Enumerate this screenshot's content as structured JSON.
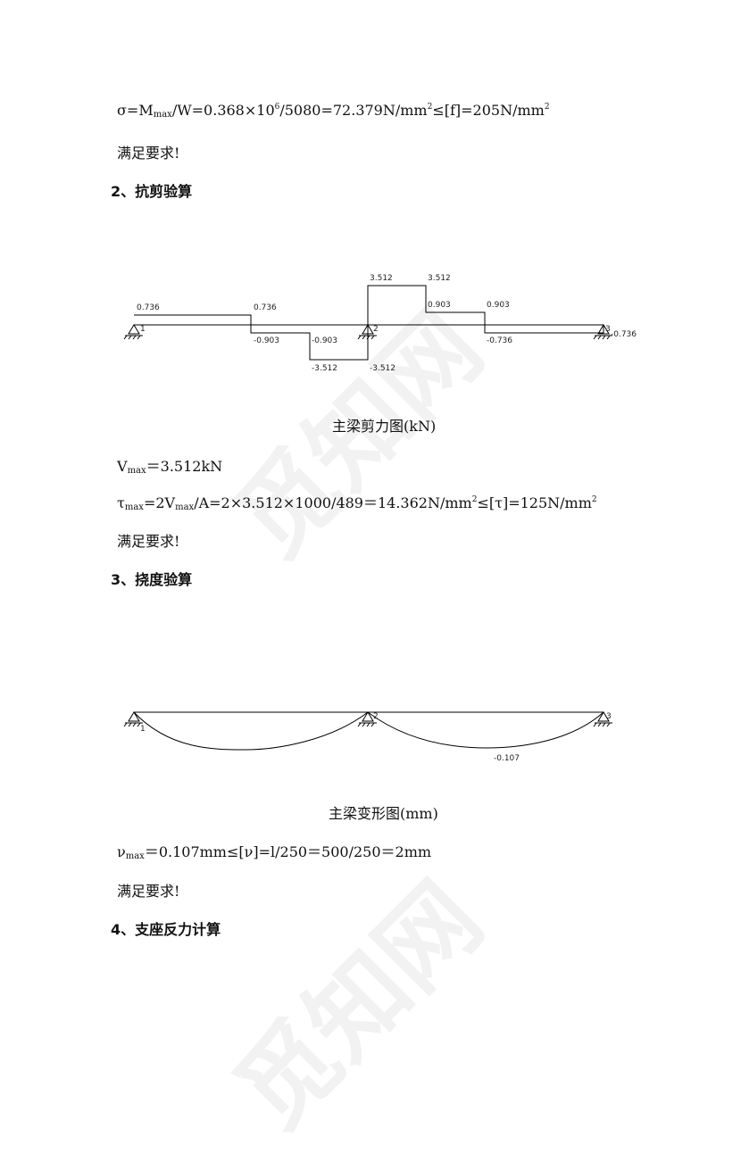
{
  "watermark": "觅知网",
  "bending_check": {
    "sigma": "σ=M",
    "sub_max": "max",
    "mid1": "/W=0.368×10",
    "exp6": "6",
    "mid2": "/5080=72.379N/mm",
    "exp2a": "2",
    "mid3": "≤[f]=205N/mm",
    "exp2b": "2",
    "ok": "满足要求!"
  },
  "section2": {
    "heading": "2、抗剪验算",
    "caption": "主梁剪力图(kN)",
    "vmax_prefix": "V",
    "vmax_sub": "max",
    "vmax_value": "＝3.512kN",
    "tau_prefix": "τ",
    "tau_sub1": "max",
    "tau_mid1": "=2V",
    "tau_sub2": "max",
    "tau_mid2": "/A=2×3.512×1000/489＝14.362N/mm",
    "tau_exp1": "2",
    "tau_mid3": "≤[τ]=125N/mm",
    "tau_exp2": "2",
    "ok": "满足要求!"
  },
  "section3": {
    "heading": "3、挠度验算",
    "caption": "主梁变形图(mm)",
    "nu_prefix": "ν",
    "nu_sub": "max",
    "nu_value": "＝0.107mm≤[ν]=l/250＝500/250＝2mm",
    "ok": "满足要求!"
  },
  "section4": {
    "heading": "4、支座反力计算"
  },
  "shear_diagram": {
    "supports": [
      "1",
      "2",
      "3"
    ],
    "labels": {
      "a": "0.736",
      "b": "0.736",
      "c": "-0.903",
      "d": "-0.903",
      "e": "-3.512",
      "f": "-3.512",
      "g": "3.512",
      "h": "3.512",
      "i": "0.903",
      "j": "0.903",
      "k": "-0.736",
      "l": "-0.736"
    }
  },
  "deflection_diagram": {
    "supports": [
      "1",
      "2",
      "3"
    ],
    "label": "-0.107"
  }
}
